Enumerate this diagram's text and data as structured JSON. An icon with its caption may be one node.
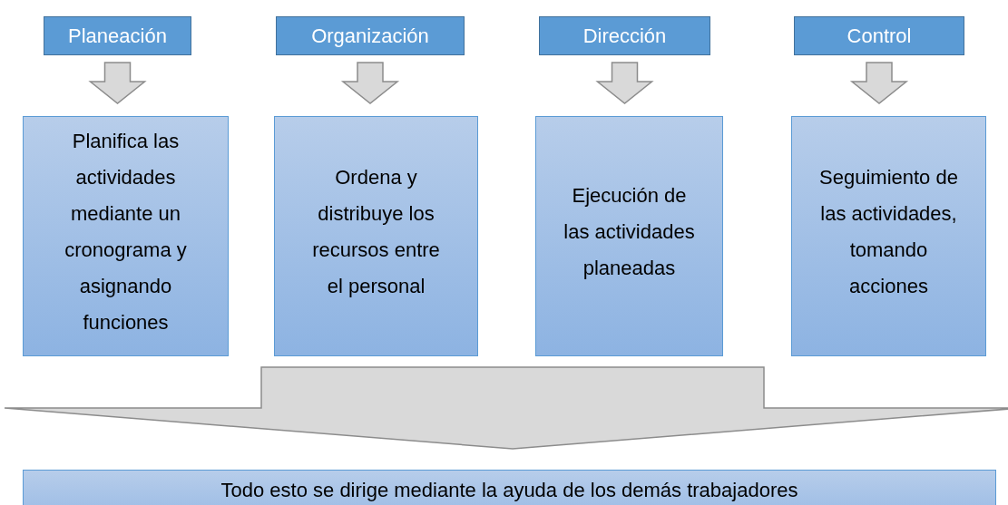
{
  "diagram": {
    "nodes": [
      {
        "text": [
          "Planeación"
        ]
      },
      {
        "text": [
          "Organización"
        ]
      },
      {
        "text": [
          "Dirección"
        ]
      },
      {
        "text": [
          "Control"
        ]
      },
      {
        "text": [
          "Planifica las actividades mediante un cronograma y asignando funciones"
        ]
      },
      {
        "text": [
          "Ordena y distribuye los recursos entre el personal"
        ]
      },
      {
        "text": [
          "Ejecución de las actividades planeadas"
        ]
      },
      {
        "text": [
          "Seguimiento de las actividades, tomando acciones"
        ]
      },
      {
        "text": [
          "Todo esto se dirige mediante la ayuda de los demás trabajadores"
        ]
      }
    ],
    "edges": [
      {
        "from": 0,
        "to": 4,
        "arrow": "to"
      },
      {
        "from": 1,
        "to": 5,
        "arrow": "to"
      },
      {
        "from": 2,
        "to": 6,
        "arrow": "to"
      },
      {
        "from": 3,
        "to": 7,
        "arrow": "to"
      },
      {
        "from": 4,
        "to": 8,
        "arrow": "to"
      },
      {
        "from": 5,
        "to": 8,
        "arrow": "to"
      },
      {
        "from": 6,
        "to": 8,
        "arrow": "to"
      },
      {
        "from": 7,
        "to": 8,
        "arrow": "to"
      }
    ]
  }
}
